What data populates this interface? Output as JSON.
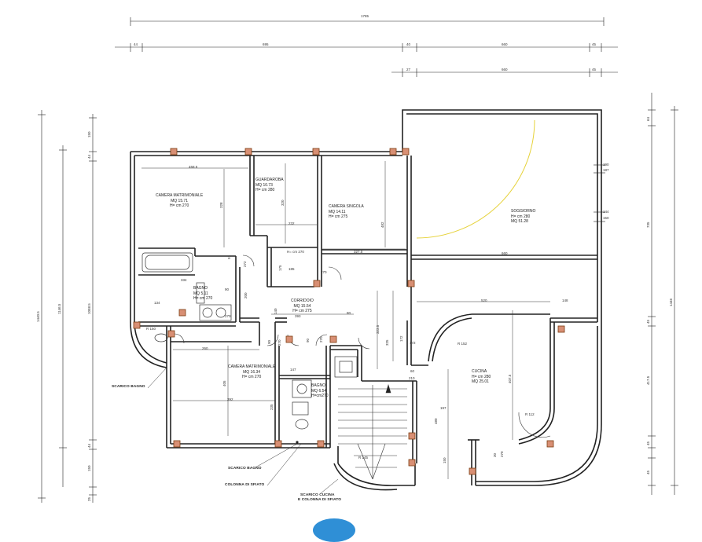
{
  "rooms": {
    "camera_matrimoniale_1": {
      "name": "CAMERA MATRIMONIALE",
      "area": "MQ 15.71",
      "height": "H= cm 270"
    },
    "guardaroba": {
      "name": "GUARDAROBA",
      "area": "MQ 10.73",
      "height": "H= cm 280"
    },
    "camera_singola": {
      "name": "CAMERA SINGOLA",
      "area": "MQ 14.11",
      "height": "H= cm 275"
    },
    "soggiorno": {
      "name": "SOGGIORNO",
      "height": "H= cm 280",
      "area": "MQ 51.28"
    },
    "bagno_1": {
      "name": "BAGNO",
      "area": "MQ 5.11",
      "height": "H= cm 270"
    },
    "corridoio": {
      "name": "CORRIDOIO",
      "area": "MQ 15.54",
      "height": "H= cm 275"
    },
    "camera_matrimoniale_2": {
      "name": "CAMERA MATRIMONIALE",
      "area": "MQ 16.34",
      "height": "H= cm 270"
    },
    "bagno_2": {
      "name": "BAGNO",
      "area": "MQ 6.54",
      "height": "H=cm270"
    },
    "cucina": {
      "name": "CUCINA",
      "height": "H= cm 280",
      "area": "MQ 25.01"
    }
  },
  "notes": {
    "scarico_bagno_1": "SCARICO BAGNO",
    "scarico_bagno_2": "SCARICO BAGNO",
    "colonna_sfiato": "COLONNA DI SFIATO",
    "scarico_cucina_1": "SCARICO CUCINA",
    "scarico_cucina_2": "E COLONNA DI SFIATO"
  },
  "dims": {
    "top_total": "1785",
    "top_a1": "44",
    "top_a2": "695",
    "top_a3": "40",
    "top_a4": "660",
    "top_a5": "45",
    "top_b1": "27",
    "top_b2": "660",
    "top_b3": "45",
    "left_outer": "1440.5",
    "left_mid": "1146.5",
    "left_inner": "1058.5",
    "left_s1": "150",
    "left_s2": "44",
    "left_s3": "44",
    "left_s4": "150",
    "left_s5": "25",
    "right_outer": "1446",
    "right_mid": "735",
    "right_417": "417.5",
    "right_s1": "64",
    "right_s2": "45",
    "right_s3": "45",
    "right_s4": "45",
    "cm_width": "458.5",
    "cm_height": "328",
    "cm_91": "91",
    "cm_272": "272",
    "gr_232": "232",
    "gr_320": "320",
    "gr_175": "175",
    "gr_185": "185",
    "cs_482": "482",
    "cs_327": "327.0",
    "cs_270": "270",
    "sg_660": "660",
    "sg_520": "520",
    "sg_148": "148",
    "sg_190": "190",
    "sg_187": "187",
    "sg_144": "144",
    "sg_150": "150",
    "bg_334": "334",
    "bg_90": "90",
    "bg_200": "200",
    "bg_134": "134",
    "bg_270": "270",
    "co_393": "393",
    "co_80": "80",
    "co_140": "140",
    "co_90": "90",
    "co_270": "270",
    "co_323": "323.5",
    "co_325": "325",
    "co_172": "172",
    "co_60": "60",
    "co_210": "210",
    "cm2_260": "260",
    "cm2_405": "405",
    "cm2_392": "392",
    "cm2_235": "235",
    "cm2_147": "147",
    "cu_r152": "R 152",
    "cu_r112": "R 112",
    "cu_407": "407.5",
    "cu_480": "480",
    "cu_197": "197",
    "cu_150": "150",
    "cu_30": "30",
    "cu_270": "270",
    "cu_r145": "R 145",
    "cu_r150": "R 150"
  }
}
